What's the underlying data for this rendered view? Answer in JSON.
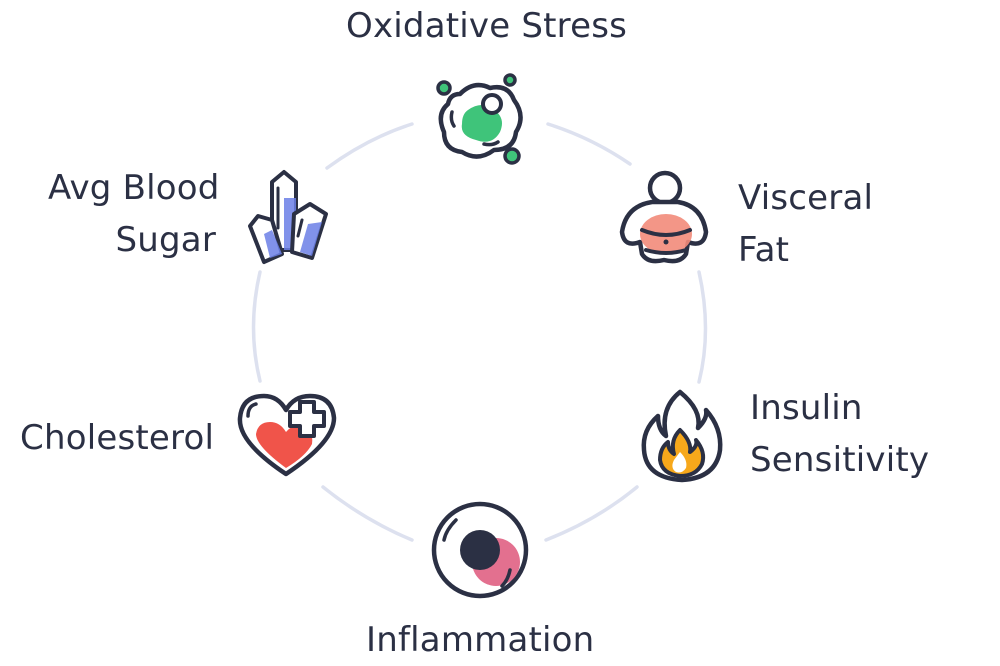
{
  "diagram": {
    "colors": {
      "ring": "#dde1ef",
      "outline": "#2b3044",
      "text": "#2b3044"
    },
    "nodes": [
      {
        "id": "oxidative-stress",
        "label_lines": [
          "Oxidative Stress"
        ],
        "icon": "molecule-icon",
        "accent": "#3fc47a"
      },
      {
        "id": "visceral-fat",
        "label_lines": [
          "Visceral",
          "Fat"
        ],
        "icon": "belly-icon",
        "accent": "#f28b7a"
      },
      {
        "id": "insulin-sensitivity",
        "label_lines": [
          "Insulin",
          "Sensitivity"
        ],
        "icon": "flame-icon",
        "accent": "#f7a81b"
      },
      {
        "id": "inflammation",
        "label_lines": [
          "Inflammation"
        ],
        "icon": "cell-icon",
        "accent": "#e3708f"
      },
      {
        "id": "cholesterol",
        "label_lines": [
          "Cholesterol"
        ],
        "icon": "heart-plus-icon",
        "accent": "#f0544a"
      },
      {
        "id": "avg-blood-sugar",
        "label_lines": [
          "Avg Blood",
          "Sugar"
        ],
        "icon": "sugar-crystals-icon",
        "accent": "#6b7fe6"
      }
    ]
  }
}
